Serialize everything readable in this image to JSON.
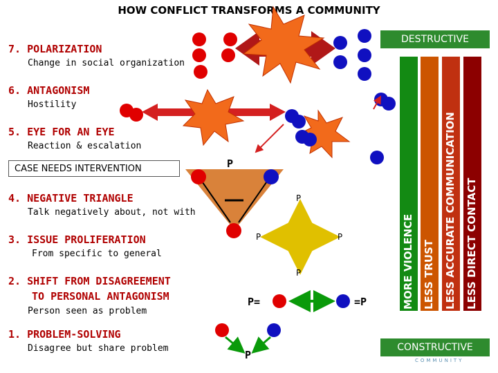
{
  "title": "HOW CONFLICT TRANSFORMS A COMMUNITY",
  "stages": [
    {
      "number": "7.",
      "name": "POLARIZATION",
      "description": "Change in social organization"
    },
    {
      "number": "6.",
      "name": "ANTAGONISM",
      "description": "Hostility"
    },
    {
      "number": "5.",
      "name": "EYE FOR AN EYE",
      "description": "Reaction & escalation"
    },
    {
      "number": "4.",
      "name": "NEGATIVE TRIANGLE",
      "description": "Talk negatively about, not with"
    },
    {
      "number": "3.",
      "name": "ISSUE PROLIFERATION",
      "description": "From specific to general"
    },
    {
      "number": "2.",
      "name": "SHIFT FROM DISAGREEMENT TO PERSONAL ANTAGONISM",
      "name_line1": "SHIFT FROM DISAGREEMENT",
      "name_line2": "TO PERSONAL ANTAGONISM",
      "description": "Person seen as problem"
    },
    {
      "number": "1.",
      "name": "PROBLEM-SOLVING",
      "description": "Disagree but share problem"
    }
  ],
  "case_box": "CASE NEEDS INTERVENTION",
  "badges": {
    "top": "DESTRUCTIVE",
    "bottom": "CONSTRUCTIVE"
  },
  "bars": [
    {
      "label": "MORE VIOLENCE",
      "color": "#138a13"
    },
    {
      "label": "LESS TRUST",
      "color": "#cc5500"
    },
    {
      "label": "LESS ACCURATE COMMUNICATION",
      "color": "#c03010"
    },
    {
      "label": "LESS DIRECT CONTACT",
      "color": "#8c0000"
    }
  ],
  "problem_labels": {
    "triangle_top": "P",
    "triangle_bar": "—",
    "proliferation_top": "P",
    "proliferation_left": "P",
    "proliferation_right": "P",
    "proliferation_bottom": "P",
    "shift_left": "P=",
    "shift_right": "=P",
    "problem_solving": "P"
  },
  "logo_text": "COMMUNITY",
  "colors": {
    "stage_text": "#b00000",
    "person_red": "#e00000",
    "person_blue": "#1010c0",
    "arrow_red": "#d42020",
    "arrow_green": "#0a9a0a",
    "burst": "#f26a1b",
    "triangle": "#d9823a"
  }
}
